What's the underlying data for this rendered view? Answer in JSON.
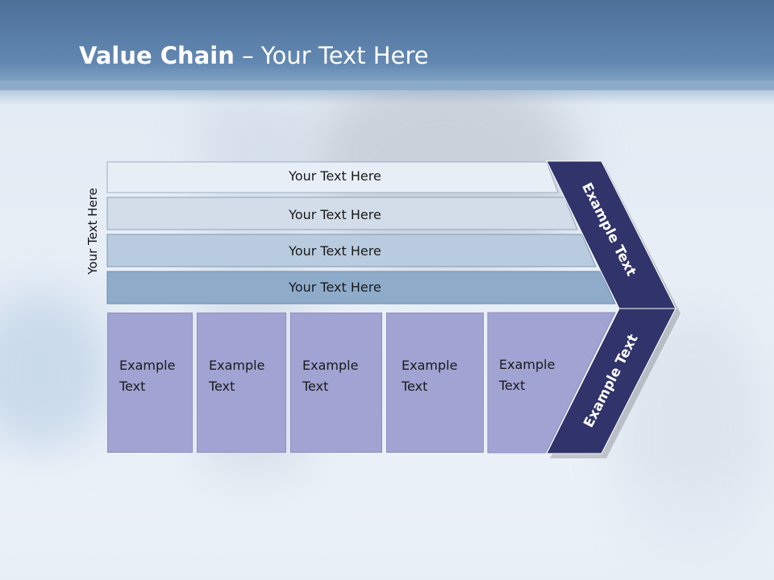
{
  "title": {
    "bold": "Value Chain",
    "rest": " – Your Text Here"
  },
  "side_label": "Your Text Here",
  "rows": [
    {
      "label": "Your Text Here",
      "color": "#e8eef6"
    },
    {
      "label": "Your Text Here",
      "color": "#d2dde9"
    },
    {
      "label": "Your Text Here",
      "color": "#b9ccdf"
    },
    {
      "label": "Your Text Here",
      "color": "#8eabca"
    }
  ],
  "cells": [
    {
      "label": "Example\nText"
    },
    {
      "label": "Example\nText"
    },
    {
      "label": "Example\nText"
    },
    {
      "label": "Example\nText"
    },
    {
      "label": "Example\nText"
    }
  ],
  "chevron_upper_label": "Example Text",
  "chevron_lower_label": "Example Text",
  "colors": {
    "header": "#4c6f98",
    "chevron": "#31336b",
    "cell": "#a1a3d3"
  }
}
